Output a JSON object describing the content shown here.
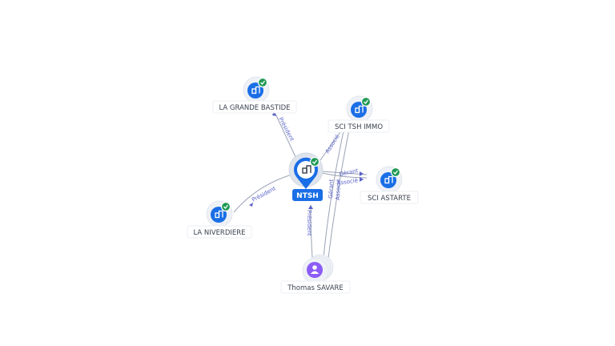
{
  "center": {
    "label": "NTSH",
    "icon": "building-icon",
    "verified": true
  },
  "nodes": [
    {
      "key": "grande",
      "label": "LA GRANDE BASTIDE",
      "icon": "building-icon",
      "verified": true
    },
    {
      "key": "tsh",
      "label": "SCI TSH IMMO",
      "icon": "building-icon",
      "verified": true
    },
    {
      "key": "astarte",
      "label": "SCI ASTARTE",
      "icon": "building-icon",
      "verified": true
    },
    {
      "key": "niverdiere",
      "label": "LA NIVERDIERE",
      "icon": "building-icon",
      "verified": true
    },
    {
      "key": "savare",
      "label": "Thomas SAVARE",
      "icon": "person-icon",
      "verified": false
    }
  ],
  "edges": [
    {
      "key": "e1",
      "from": "NTSH",
      "to": "LA GRANDE BASTIDE",
      "label": "Président"
    },
    {
      "key": "e2",
      "from": "NTSH",
      "to": "SCI TSH IMMO",
      "label": "Associé"
    },
    {
      "key": "e3",
      "from": "NTSH",
      "to": "SCI ASTARTE",
      "label": "Gérant"
    },
    {
      "key": "e4",
      "from": "NTSH",
      "to": "SCI ASTARTE",
      "label": "Associé"
    },
    {
      "key": "e5",
      "from": "NTSH",
      "to": "LA NIVERDIERE",
      "label": "Président"
    },
    {
      "key": "e6",
      "from": "Thomas SAVARE",
      "to": "NTSH",
      "label": "Président"
    },
    {
      "key": "e7",
      "from": "Thomas SAVARE",
      "to": "SCI TSH IMMO",
      "label": "Gérant"
    },
    {
      "key": "e8",
      "from": "Thomas SAVARE",
      "to": "SCI TSH IMMO",
      "label": "Associé"
    }
  ],
  "colors": {
    "company": "#1a6ee6",
    "person": "#8b5cf6",
    "verified": "#1f9a55",
    "edge": "#9aa3b5",
    "edge_label": "#5a64c8"
  }
}
